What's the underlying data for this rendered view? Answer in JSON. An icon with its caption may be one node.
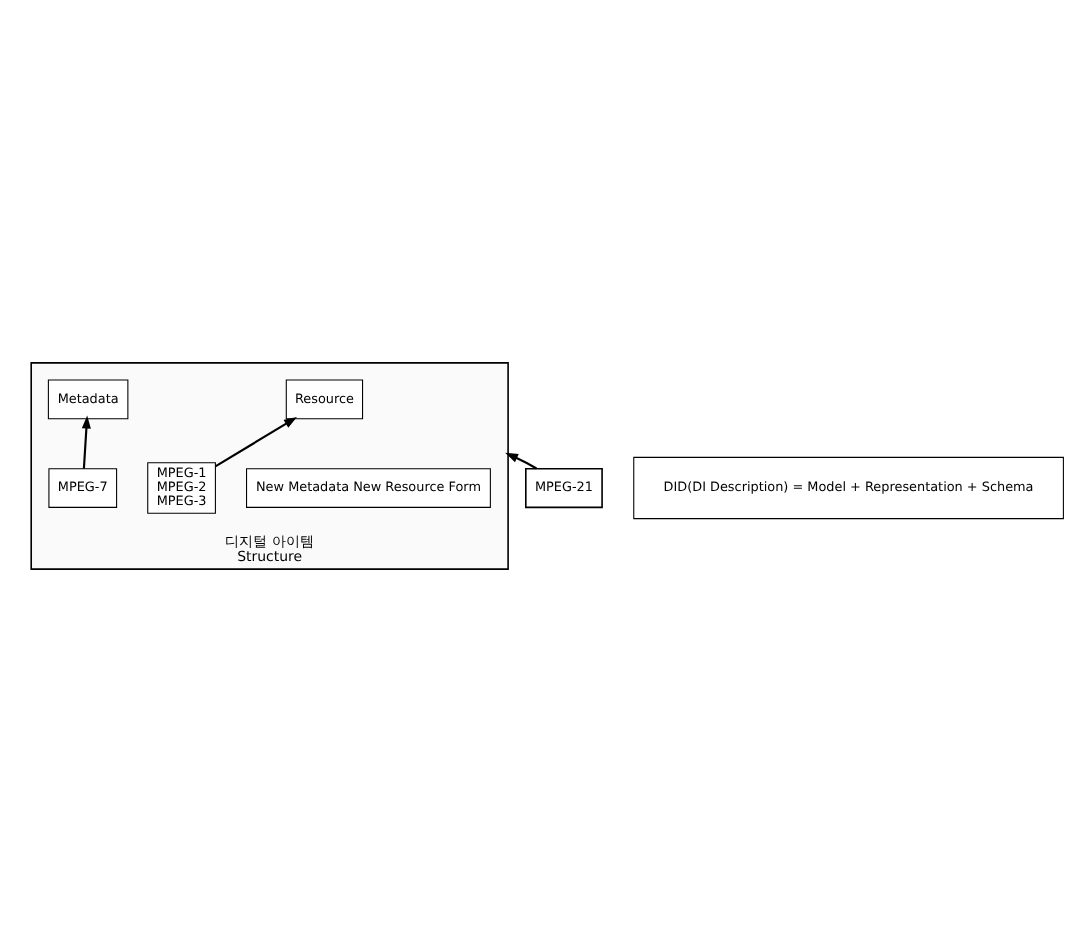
{
  "diagram": {
    "nodes": [
      {
        "text": [
          "디지털 아이템",
          "Structure"
        ]
      },
      {
        "text": [
          "Resource"
        ],
        "in": 0
      },
      {
        "text": [
          "Metadata"
        ],
        "in": 0
      },
      {
        "text": [
          "New Metadata New Resource Form"
        ],
        "in": 0
      },
      {
        "text": [
          "MPEG-1 MPEG-2 MPEG-3"
        ],
        "in": 0
      },
      {
        "text": [
          "MPEG-7"
        ],
        "in": 0
      },
      {
        "text": [
          "MPEG-21"
        ]
      },
      {
        "text": [
          "DID(DI Description) = Model + Representation + Schema"
        ]
      }
    ],
    "edges": [
      {
        "from": 4,
        "to": 1,
        "arrow": "to"
      },
      {
        "from": 5,
        "to": 2,
        "arrow": "to"
      },
      {
        "from": 6,
        "to": 0,
        "arrow": "to"
      }
    ]
  }
}
